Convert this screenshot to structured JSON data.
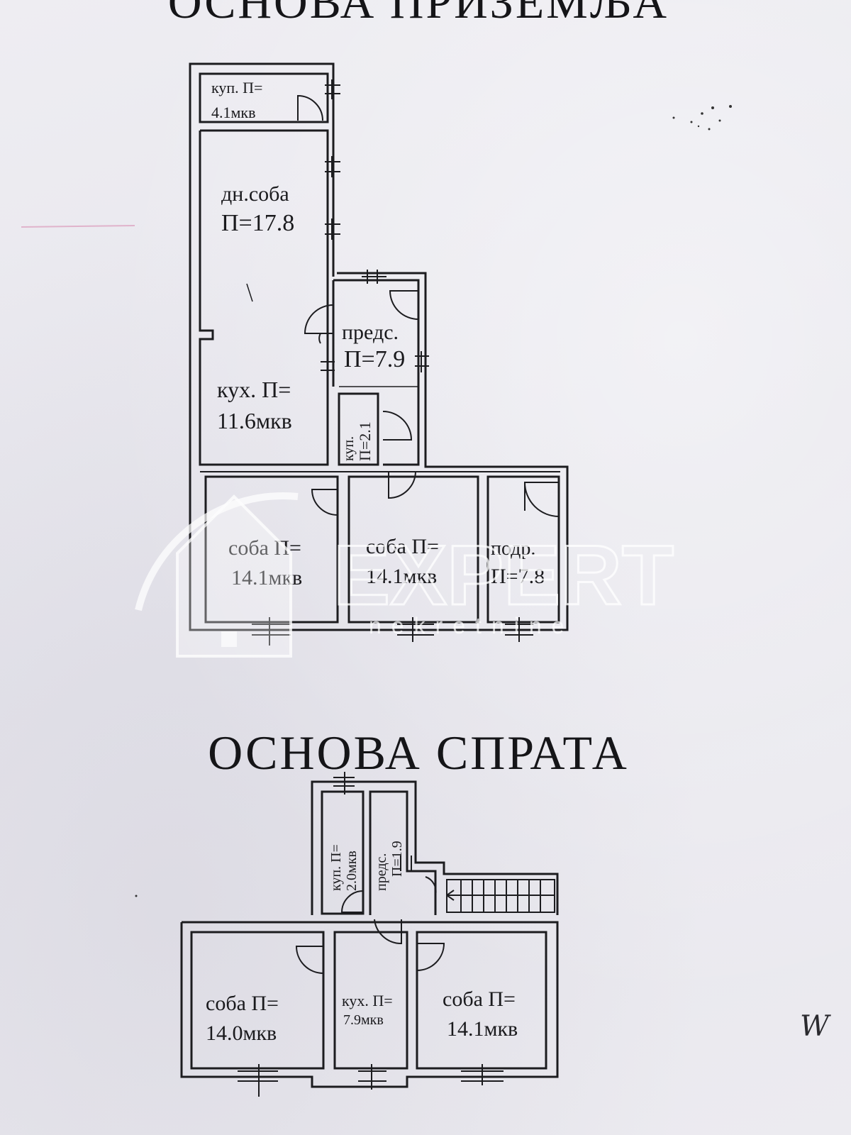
{
  "titles": {
    "ground": "ОСНОВА ПРИЗЕМЉА",
    "floor": "ОСНОВА СПРАТА"
  },
  "ground_floor": {
    "rooms": {
      "bath_top": {
        "line1": "куп. П=",
        "line2": "4.1мкв"
      },
      "living": {
        "line1": "дн.соба",
        "line2": "П=17.8"
      },
      "hall": {
        "line1": "предс.",
        "line2": "П=7.9"
      },
      "kitchen": {
        "line1": "кух. П=",
        "line2": "11.6мкв"
      },
      "bath_small": {
        "line1": "куп.",
        "line2": "П=2.1"
      },
      "room_left": {
        "line1": "соба П=",
        "line2": "14.1мкв"
      },
      "room_mid": {
        "line1": "соба П=",
        "line2": "14.1мкв"
      },
      "storage": {
        "line1": "подр.",
        "line2": "П=7.8"
      }
    }
  },
  "upper_floor": {
    "rooms": {
      "bath": {
        "line1": "куп. П=",
        "line2": "2.0мкв"
      },
      "hall": {
        "line1": "предс.",
        "line2": "П=1.9"
      },
      "room_left": {
        "line1": "соба П=",
        "line2": "14.0мкв"
      },
      "kitchen": {
        "line1": "кух. П=",
        "line2": "7.9мкв"
      },
      "room_right": {
        "line1": "соба П=",
        "line2": "14.1мкв"
      }
    }
  },
  "watermark": {
    "brand": "EXPERT",
    "sub": "nekretnine"
  },
  "handwriting": "W",
  "colors": {
    "paper": "#e9e8ee",
    "ink": "#1c1c1f",
    "pink_mark": "#d98fb4"
  }
}
